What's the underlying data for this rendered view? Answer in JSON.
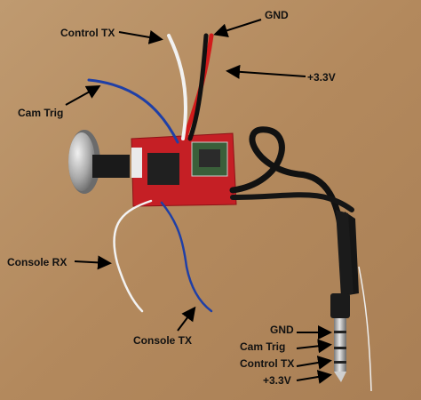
{
  "annotations": {
    "top": {
      "control_tx": "Control TX",
      "gnd": "GND",
      "v33": "+3.3V",
      "cam_trig": "Cam Trig"
    },
    "left": {
      "console_rx": "Console RX",
      "console_tx": "Console TX"
    },
    "jack": {
      "gnd": "GND",
      "cam_trig": "Cam Trig",
      "control_tx": "Control TX",
      "v33": "+3.3V"
    }
  },
  "colors": {
    "background": "#b58e63",
    "pcb": "#c51f25",
    "wire_red": "#d11b1b",
    "wire_black": "#111111",
    "wire_white": "#f2f2f2",
    "wire_blue": "#1f3fa6",
    "arrow": "#000000"
  }
}
